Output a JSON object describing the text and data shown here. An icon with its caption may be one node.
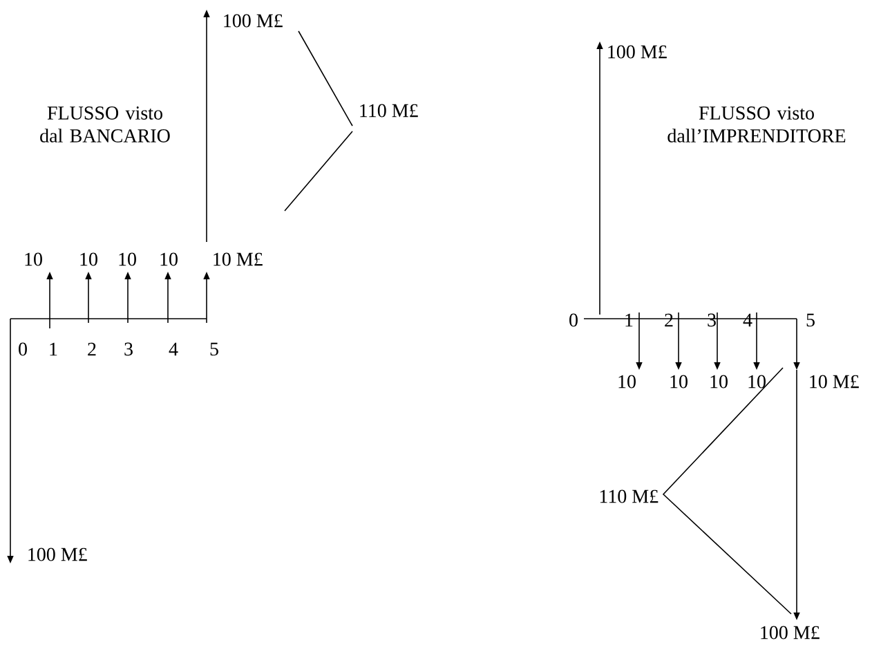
{
  "diagram": {
    "labels": [
      "100 M£",
      "100 M£",
      "FLUSSO visto dal BANCARIO",
      "110 M£",
      "FLUSSO visto dall’IMPRENDITORE",
      "10",
      "10",
      "10",
      "10",
      "10 M£",
      "0",
      "1",
      "2",
      "3",
      "4",
      "5",
      "0",
      "1",
      "2",
      "3",
      "4",
      "5",
      "10",
      "10",
      "10",
      "10",
      "10 M£",
      "110 M£",
      "100 M£",
      "100 M£"
    ]
  }
}
